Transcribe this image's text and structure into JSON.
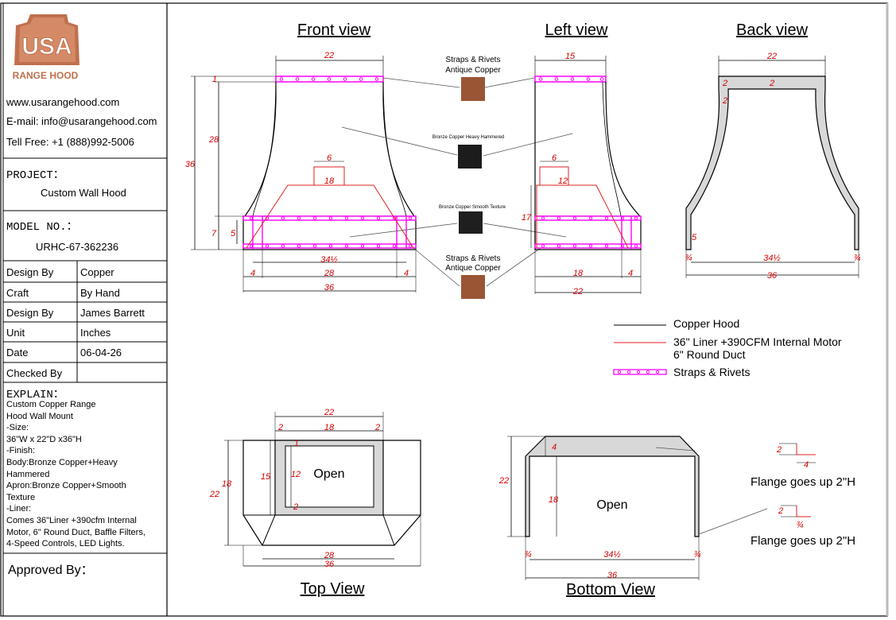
{
  "logo": {
    "letters": "USA",
    "name": "RANGE HOOD",
    "color": "#c0704e"
  },
  "contact": {
    "website": "www.usarangehood.com",
    "email": "E-mail: info@usarangehood.com",
    "phone": "Tell Free: +1 (888)992-5006"
  },
  "project": {
    "label": "PROJECT：",
    "value": "Custom Wall Hood"
  },
  "model": {
    "label": "MODEL NO.：",
    "value": "URHC-67-362236"
  },
  "specs": [
    {
      "label": "Design By",
      "value": "Copper"
    },
    {
      "label": "Craft",
      "value": "By Hand"
    },
    {
      "label": "Design By",
      "value": "James Barrett"
    },
    {
      "label": "Unit",
      "value": "Inches"
    },
    {
      "label": "Date",
      "value": "06-04-26"
    },
    {
      "label": "Checked By",
      "value": ""
    }
  ],
  "explain": {
    "label": "EXPLAIN：",
    "text": "Custom Copper Range\nHood Wall Mount\n-Size:\n36\"W x 22\"D x36\"H\n-Finish:\nBody:Bronze Copper+Heavy\nHammered\nApron:Bronze Copper+Smooth\nTexture\n-Liner:\nComes 36\"Liner +390cfm Internal\nMotor, 6\" Round Duct, Baffle Filters,\n4-Speed Controls, LED Lights."
  },
  "approved": "Approved By：",
  "views": {
    "front": "Front view",
    "left": "Left view",
    "back": "Back view",
    "top": "Top View",
    "bottom": "Bottom View"
  },
  "swatches": {
    "top_label_1": "Straps & Rivets",
    "top_label_2": "Antique Copper",
    "hammered": "Bronze Copper Heavy Hammered",
    "smooth": "Bronze Copper Smooth Texture",
    "bottom_label_1": "Straps & Rivets",
    "bottom_label_2": "Antique Copper",
    "copper_color": "#9a5535",
    "dark_color": "#1c1c1c"
  },
  "legend": {
    "copper": "Copper Hood",
    "liner_1": "36\" Liner +390CFM Internal Motor",
    "liner_2": "6\" Round Duct",
    "straps": "Straps & Rivets",
    "liner_color": "#e02020",
    "strap_color": "#ff00ff"
  },
  "labels": {
    "open_top": "Open",
    "open_bottom": "Open",
    "flange_1": "Flange goes up 2\"H",
    "flange_2": "Flange goes up 2\"H"
  },
  "dims": {
    "front_top": "22",
    "front_left_36": "36",
    "front_28": "28",
    "front_1": "1",
    "front_7": "7",
    "front_5": "5",
    "front_duct_6": "6",
    "front_liner_18": "18",
    "front_bottom_34": "34½",
    "front_4a": "4",
    "front_28b": "28",
    "front_4b": "4",
    "front_36": "36",
    "left_15": "15",
    "left_6": "6",
    "left_12": "12",
    "left_17": "17",
    "left_18": "18",
    "left_4": "4",
    "left_22": "22",
    "back_22": "22",
    "back_2a": "2",
    "back_2b": "2",
    "back_2c": "2",
    "back_5": "5",
    "back_34": "34½",
    "back_34a": "¾",
    "back_34b": "¾",
    "back_36": "36",
    "top_22": "22",
    "top_2a": "2",
    "top_18": "18",
    "top_2b": "2",
    "top_1": "1",
    "top_22l": "22",
    "top_18l": "18",
    "top_15": "15",
    "top_12": "12",
    "top_2c": "2",
    "top_28": "28",
    "top_36": "36",
    "bot_22": "22",
    "bot_4": "4",
    "bot_18": "18",
    "bot_34a": "¾",
    "bot_345": "34½",
    "bot_34b": "¾",
    "bot_36": "36",
    "fl_2a": "2",
    "fl_4": "4",
    "fl_2b": "2",
    "fl_34": "¾"
  }
}
